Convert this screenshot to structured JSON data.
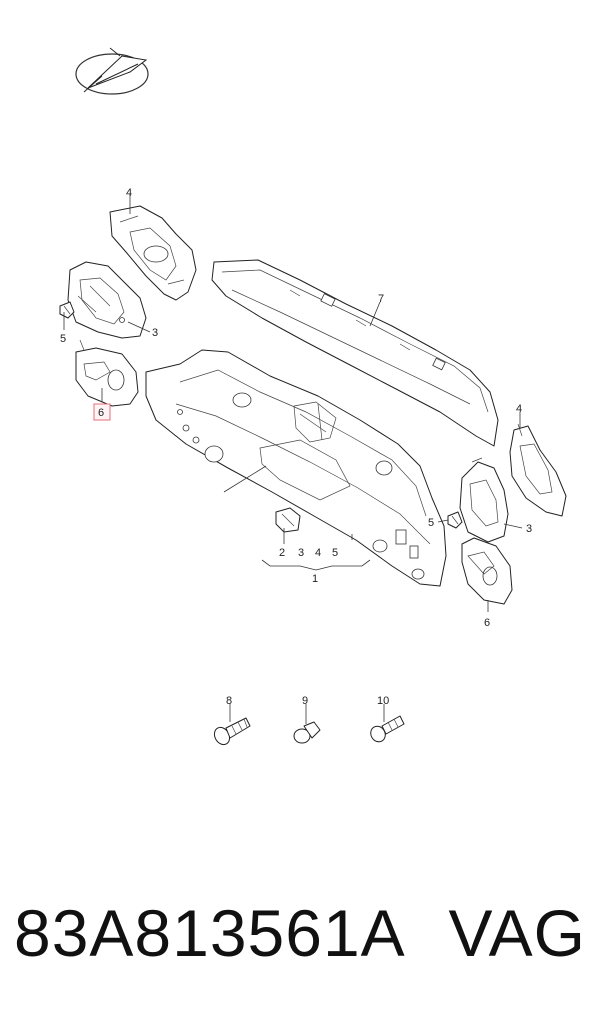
{
  "diagram": {
    "callouts": {
      "c4_top": "4",
      "c3_left": "3",
      "c5_left": "5",
      "c6_left": "6",
      "c7": "7",
      "c4_right": "4",
      "c5_right": "5",
      "c3_right": "3",
      "c6_right": "6",
      "c2": "2",
      "c3_group": "3",
      "c4_group": "4",
      "c5_group": "5",
      "c1": "1",
      "c8": "8",
      "c9": "9",
      "c10": "10"
    },
    "highlight_color": "#e0707a",
    "line_color": "#222222"
  },
  "footer": {
    "part_number": "83A813561A",
    "brand": "VAG"
  }
}
